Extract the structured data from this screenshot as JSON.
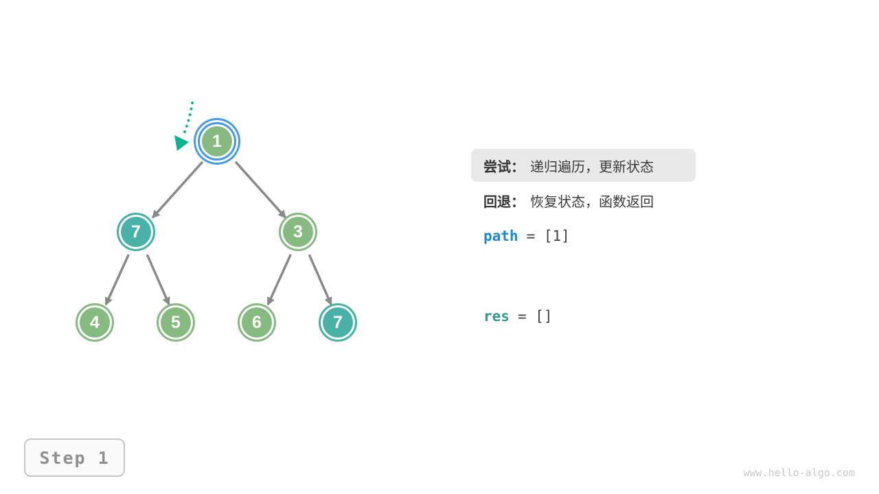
{
  "tree": {
    "nodes": [
      {
        "id": "root",
        "value": "1",
        "style": "green",
        "highlighted": true
      },
      {
        "id": "left",
        "value": "7",
        "style": "teal",
        "highlighted": false
      },
      {
        "id": "right",
        "value": "3",
        "style": "green",
        "highlighted": false
      },
      {
        "id": "left-left",
        "value": "4",
        "style": "green",
        "highlighted": false
      },
      {
        "id": "left-right",
        "value": "5",
        "style": "green",
        "highlighted": false
      },
      {
        "id": "right-left",
        "value": "6",
        "style": "green",
        "highlighted": false
      },
      {
        "id": "right-right",
        "value": "7",
        "style": "teal",
        "highlighted": false
      }
    ],
    "edges": [
      [
        "root",
        "left"
      ],
      [
        "root",
        "right"
      ],
      [
        "left",
        "left-left"
      ],
      [
        "left",
        "left-right"
      ],
      [
        "right",
        "right-left"
      ],
      [
        "right",
        "right-right"
      ]
    ]
  },
  "panel": {
    "try": {
      "label": "尝试：",
      "text": "递归遍历，更新状态"
    },
    "back": {
      "label": "回退：",
      "text": "恢复状态，函数返回"
    },
    "path": {
      "name": "path",
      "value": "= [1]"
    },
    "res": {
      "name": "res",
      "value": "= []"
    }
  },
  "step_badge": {
    "label": "Step 1"
  },
  "watermark": {
    "text": "www.hello-algo.com"
  },
  "colors": {
    "node_green": "#86ba80",
    "node_teal": "#49b1a5",
    "highlight_ring_blue": "#4798e8",
    "edge_gray": "#898989",
    "pointer_arrow_teal": "#10b391",
    "path_var_blue": "#1d88d8",
    "res_var_teal": "#349b8c",
    "callout_bg": "#e9e9e9"
  }
}
